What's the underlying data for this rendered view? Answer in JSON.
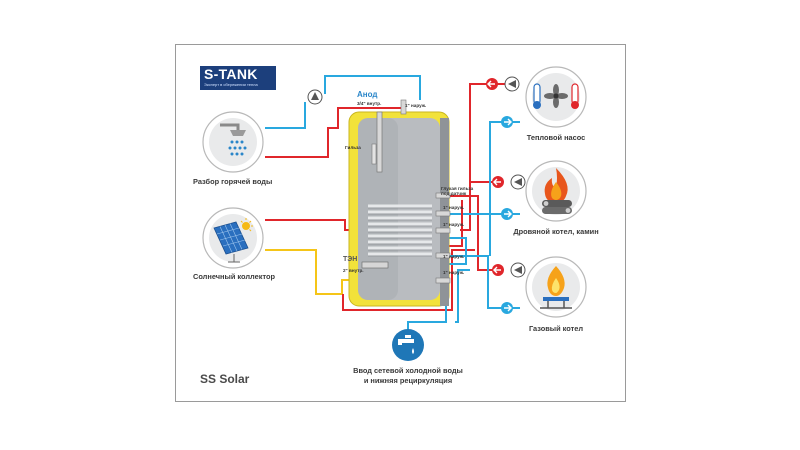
{
  "brand": {
    "name": "S-TANK",
    "tagline": "Эксперт в сбережении тепла"
  },
  "model": "SS Solar",
  "labels": {
    "hot_water": "Разбор горячей воды",
    "solar": "Солнечный коллектор",
    "heat_pump": "Тепловой насос",
    "wood_boiler": "Дровяной котел, камин",
    "gas_boiler": "Газовый котел",
    "cold_water_line1": "Ввод  сетевой холодной воды",
    "cold_water_line2": "и нижняя рециркуляция",
    "anode": "Анод",
    "heater": "ТЭН",
    "sleeve": "Гильза"
  },
  "fittings": {
    "anode_thread": "3/4\" внутр.",
    "top_outlet": "1\" наруж.",
    "deep_sleeve_1": "Глухая гильза",
    "deep_sleeve_2": "под датчик",
    "heater_thread": "2\" внутр.",
    "outer_1": "1\" наруж.",
    "outer_2": "1\" наруж.",
    "outer_3": "1\" наруж.",
    "outer_4": "1\" наруж."
  },
  "colors": {
    "hot": "#e0262b",
    "cold": "#29a8df",
    "solar": "#f5c518",
    "tank_shell": "#f2e23a",
    "tank_inner": "#b9bcc0",
    "brand": "#1c3f7c"
  }
}
